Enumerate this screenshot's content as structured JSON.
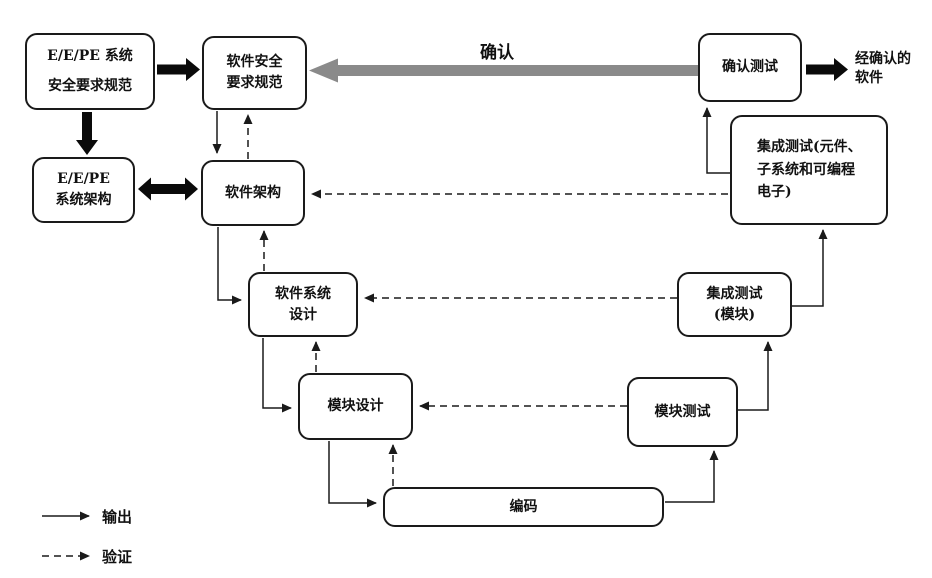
{
  "diagram": {
    "type": "v-model-software-safety-lifecycle",
    "nodes": {
      "eepe_safety_req": {
        "label": "E/E/PE 系统\n安全要求规范"
      },
      "sw_safety_req": {
        "label": "软件安全\n要求规范"
      },
      "eepe_arch": {
        "label": "E/E/PE\n系统架构"
      },
      "sw_arch": {
        "label": "软件架构"
      },
      "sw_sys_design": {
        "label": "软件系统\n设计"
      },
      "module_design": {
        "label": "模块设计"
      },
      "coding": {
        "label": "编码"
      },
      "module_test": {
        "label": "模块测试"
      },
      "integration_test_module": {
        "label": "集成测试\n(模块)"
      },
      "integration_test_pe": {
        "label": "集成测试(元件、\n子系统和可编程\n电子)"
      },
      "validation_test": {
        "label": "确认测试"
      }
    },
    "labels": {
      "validation_arrow": "确认",
      "validated_software": "经确认的\n软件"
    },
    "legend": {
      "output": "输出",
      "verification": "验证"
    },
    "edges": [
      {
        "from": "eepe_safety_req",
        "to": "sw_safety_req",
        "type": "output",
        "style": "thick"
      },
      {
        "from": "eepe_safety_req",
        "to": "eepe_arch",
        "type": "output",
        "style": "thick"
      },
      {
        "from": "eepe_arch",
        "to": "sw_arch",
        "type": "output",
        "style": "thick",
        "bidirectional": true
      },
      {
        "from": "validation_test",
        "to": "validated_software",
        "type": "output",
        "style": "thick"
      },
      {
        "from": "validation_test",
        "to": "sw_safety_req",
        "type": "validation",
        "style": "thick-gray",
        "label": "确认"
      },
      {
        "from": "sw_safety_req",
        "to": "sw_arch",
        "type": "output"
      },
      {
        "from": "sw_arch",
        "to": "sw_sys_design",
        "type": "output"
      },
      {
        "from": "sw_sys_design",
        "to": "module_design",
        "type": "output"
      },
      {
        "from": "module_design",
        "to": "coding",
        "type": "output"
      },
      {
        "from": "coding",
        "to": "module_test",
        "type": "output"
      },
      {
        "from": "module_test",
        "to": "integration_test_module",
        "type": "output"
      },
      {
        "from": "integration_test_module",
        "to": "integration_test_pe",
        "type": "output"
      },
      {
        "from": "integration_test_pe",
        "to": "validation_test",
        "type": "output"
      },
      {
        "from": "sw_arch",
        "to": "sw_safety_req",
        "type": "verification"
      },
      {
        "from": "sw_sys_design",
        "to": "sw_arch",
        "type": "verification"
      },
      {
        "from": "module_design",
        "to": "sw_sys_design",
        "type": "verification"
      },
      {
        "from": "coding",
        "to": "module_design",
        "type": "verification"
      },
      {
        "from": "module_test",
        "to": "module_design",
        "type": "verification"
      },
      {
        "from": "integration_test_module",
        "to": "sw_sys_design",
        "type": "verification"
      },
      {
        "from": "integration_test_pe",
        "to": "sw_arch",
        "type": "verification"
      }
    ],
    "colors": {
      "background": "#ffffff",
      "box_border": "#1a1a1a",
      "line": "#1a1a1a",
      "thick_arrow": "#0a0a0a",
      "validation_arrow_gray": "#8a8a8a"
    }
  }
}
